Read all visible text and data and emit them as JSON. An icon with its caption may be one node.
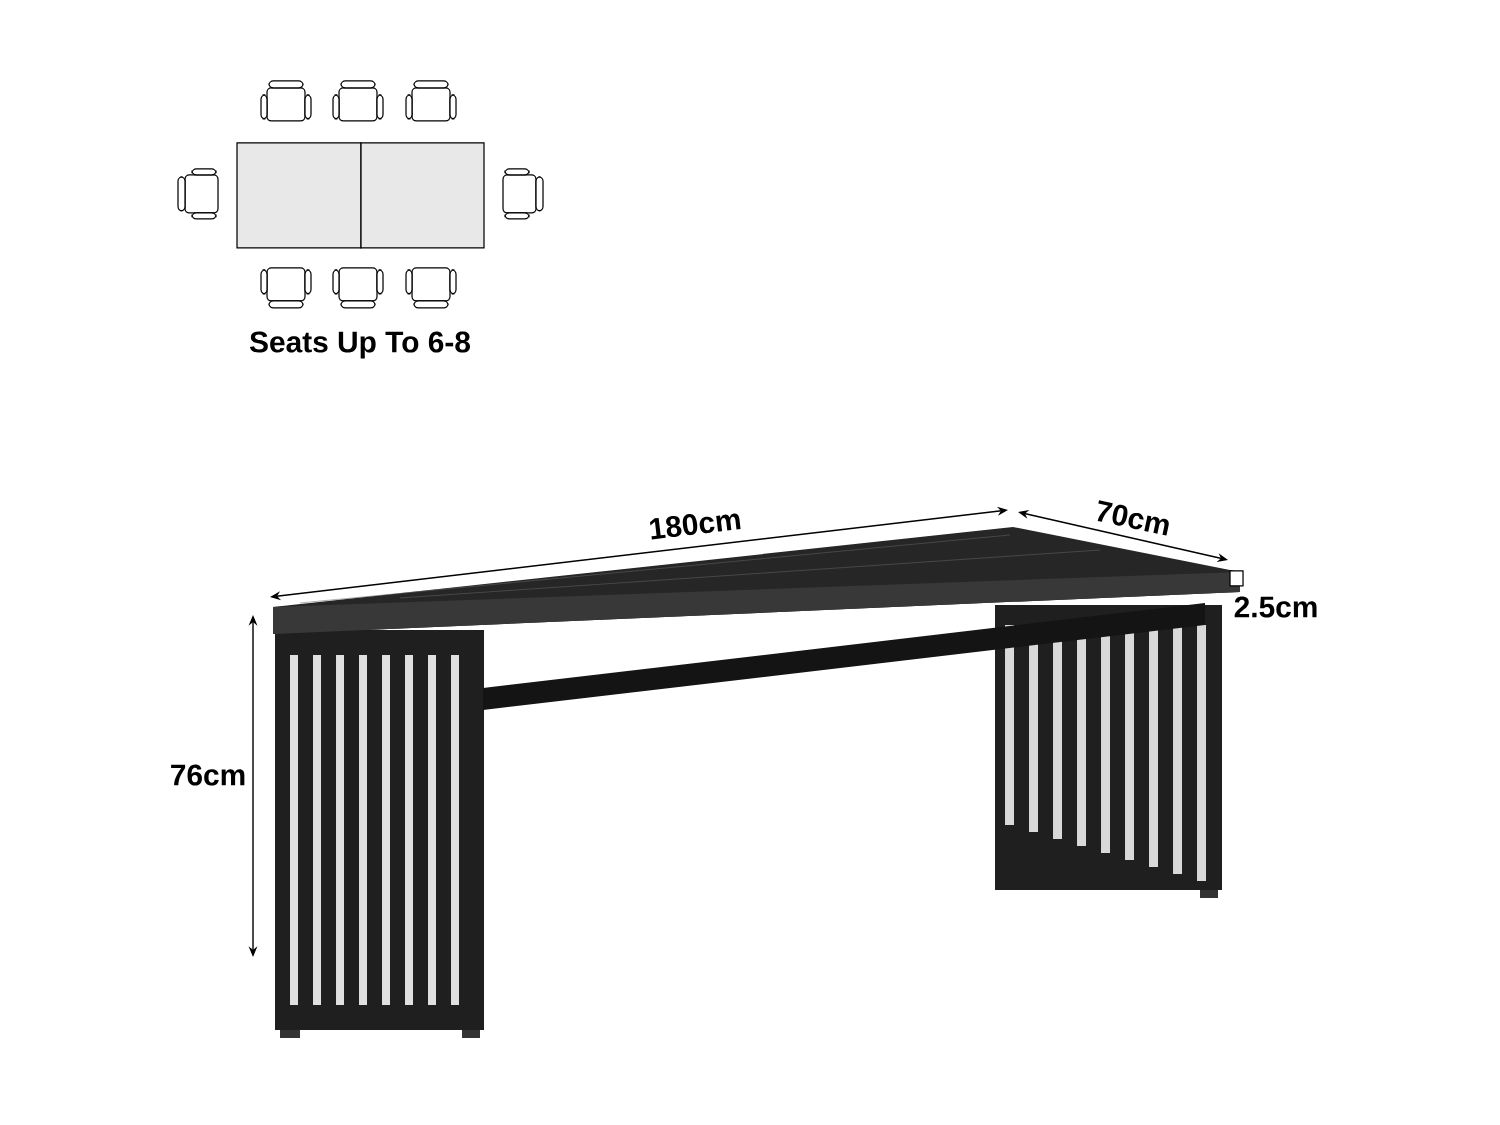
{
  "diagram": {
    "labels": [
      "Seats Up To 6-8",
      "180cm",
      "70cm",
      "2.5cm",
      "76cm"
    ]
  }
}
